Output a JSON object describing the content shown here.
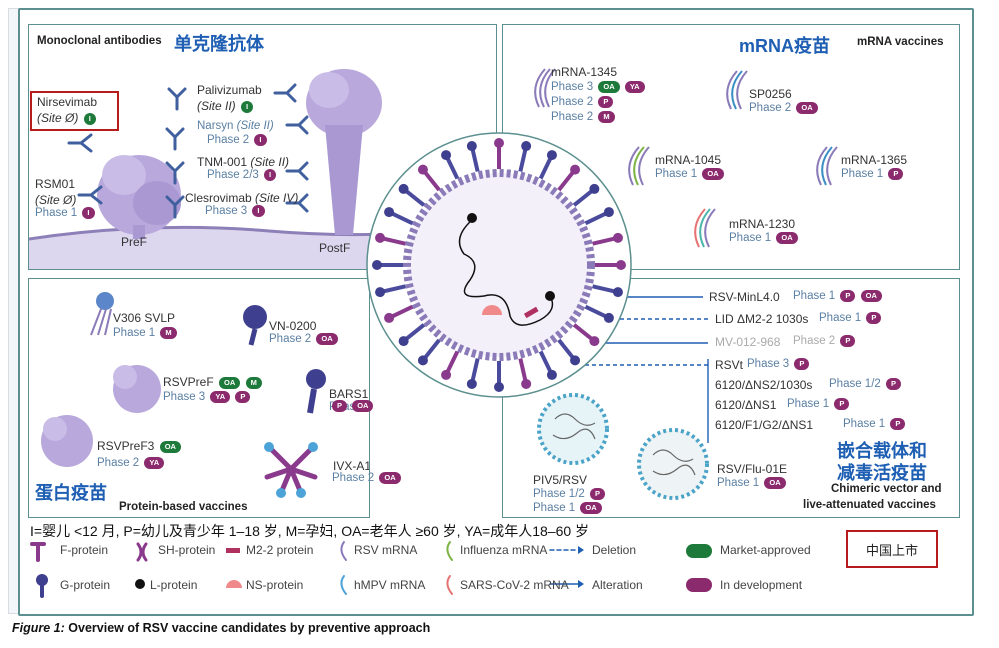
{
  "mab": {
    "title": "Monoclonal antibodies",
    "title_cn": "单克隆抗体",
    "nirsevimab": {
      "name": "Nirsevimab",
      "site": "(Site Ø)",
      "badge": "I"
    },
    "palivizumab": {
      "name": "Palivizumab",
      "site": "(Site II)",
      "badge": "I"
    },
    "narsyn": {
      "name": "Narsyn",
      "site": "(Site II)",
      "phase": "Phase 2",
      "badge": "I"
    },
    "tnm": {
      "name": "TNM-001",
      "site": "(Site II)",
      "phase": "Phase 2/3",
      "badge": "I"
    },
    "clesrovimab": {
      "name": "Clesrovimab",
      "site": "(Site IV)",
      "phase": "Phase 3",
      "badge": "I"
    },
    "rsm01": {
      "name": "RSM01",
      "site": "(Site Ø)",
      "phase": "Phase 1",
      "badge": "I"
    },
    "pref": "PreF",
    "postf": "PostF"
  },
  "mrna": {
    "title_cn": "mRNA疫苗",
    "title": "mRNA vaccines",
    "m1345": {
      "name": "mRNA-1345",
      "p1": "Phase 3",
      "b1a": "OA",
      "b1b": "YA",
      "p2": "Phase 2",
      "b2": "P",
      "p3": "Phase 2",
      "b3": "M"
    },
    "sp0256": {
      "name": "SP0256",
      "phase": "Phase 2",
      "badge": "OA"
    },
    "m1045": {
      "name": "mRNA-1045",
      "phase": "Phase 1",
      "badge": "OA"
    },
    "m1365": {
      "name": "mRNA-1365",
      "phase": "Phase 1",
      "badge": "P"
    },
    "m1230": {
      "name": "mRNA-1230",
      "phase": "Phase 1",
      "badge": "OA"
    }
  },
  "protein": {
    "title_cn": "蛋白疫苗",
    "title": "Protein-based vaccines",
    "v306": {
      "name": "V306 SVLP",
      "phase": "Phase 1",
      "badge": "M"
    },
    "vn0200": {
      "name": "VN-0200",
      "phase": "Phase 2",
      "badge": "OA"
    },
    "rsvpref": {
      "name": "RSVPreF",
      "b1": "OA",
      "b2": "M",
      "phase": "Phase 3",
      "b3": "YA",
      "b4": "P"
    },
    "bars13": {
      "name": "BARS13",
      "phase": "Phase 2",
      "b1": "P",
      "b2": "OA"
    },
    "rsvpref3": {
      "name": "RSVPreF3",
      "b1": "OA",
      "phase": "Phase 2",
      "b2": "YA"
    },
    "ivx": {
      "name": "IVX-A12",
      "phase": "Phase 2",
      "badge": "OA"
    }
  },
  "chimeric": {
    "title_cn1": "嵌合载体和",
    "title_cn2": "减毒活疫苗",
    "title1": "Chimeric vector and",
    "title2": "live-attenuated vaccines",
    "minl": {
      "name": "RSV-MinL4.0",
      "phase": "Phase 1",
      "b1": "P",
      "b2": "OA"
    },
    "lid": {
      "name": "LID ΔM2-2 1030s",
      "phase": "Phase 1",
      "badge": "P"
    },
    "mv": {
      "name": "MV-012-968",
      "phase": "Phase 2",
      "badge": "P"
    },
    "rsvt": {
      "name": "RSVt",
      "phase": "Phase 3",
      "badge": "P"
    },
    "ns2": {
      "name": "6120/ΔNS2/1030s",
      "phase": "Phase 1/2",
      "badge": "P"
    },
    "ns1": {
      "name": "6120/ΔNS1",
      "phase": "Phase 1",
      "badge": "P"
    },
    "f1": {
      "name": "6120/F1/G2/ΔNS1",
      "phase": "Phase 1",
      "badge": "P"
    },
    "piv5": {
      "name": "PIV5/RSV",
      "p1": "Phase 1/2",
      "b1": "P",
      "p2": "Phase 1",
      "b2": "OA"
    },
    "flu": {
      "name": "RSV/Flu-01E",
      "phase": "Phase 1",
      "badge": "OA"
    }
  },
  "key": "I=婴儿 <12 月, P=幼儿及青少年 1–18 岁, M=孕妇, OA=老年人 ≥60 岁, YA=成年人18–60 岁",
  "legend": {
    "fprotein": "F-protein",
    "shprotein": "SH-protein",
    "m22": "M2-2 protein",
    "rsvmrna": "RSV mRNA",
    "flumrna": "Influenza mRNA",
    "deletion": "Deletion",
    "approved": "Market-approved",
    "gprotein": "G-protein",
    "lprotein": "L-protein",
    "nsprotein": "NS-protein",
    "hmpv": "hMPV mRNA",
    "sars": "SARS-CoV-2 mRNA",
    "alteration": "Alteration",
    "dev": "In development"
  },
  "china_box": "中国上市",
  "caption_label": "Figure 1:",
  "caption_text": "Overview of RSV vaccine candidates by preventive approach",
  "colors": {
    "teal": "#5c8f8f",
    "green": "#1e7a3a",
    "purple": "#8b2a6c",
    "blue": "#1e5fb3",
    "lilac": "#a48fc8",
    "red": "#b71c1c"
  }
}
